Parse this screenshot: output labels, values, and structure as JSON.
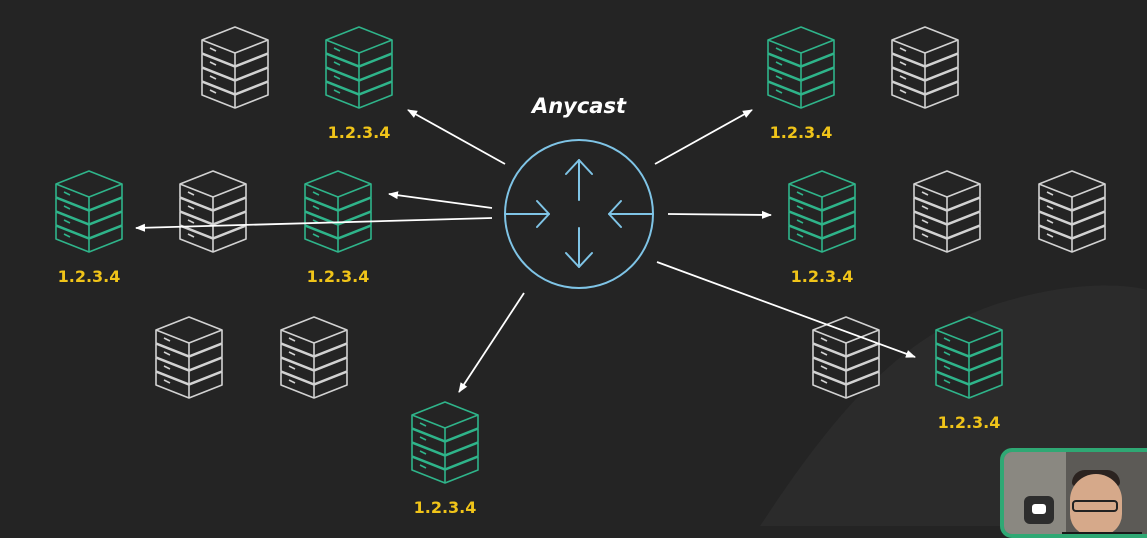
{
  "diagram": {
    "title": "Anycast",
    "ip_address": "1.2.3.4",
    "colors": {
      "background": "#242424",
      "active_server": "#2fb48a",
      "inactive_server": "#d2d2d2",
      "router": "#7fc4e6",
      "ip_label": "#f0c419",
      "arrow": "#ffffff",
      "title": "#ffffff"
    }
  },
  "servers": [
    {
      "id": "s1",
      "status": "inactive",
      "labeled": false
    },
    {
      "id": "s2",
      "status": "active",
      "labeled": true
    },
    {
      "id": "s3",
      "status": "active",
      "labeled": true
    },
    {
      "id": "s4",
      "status": "inactive",
      "labeled": false
    },
    {
      "id": "s5",
      "status": "active",
      "labeled": true
    },
    {
      "id": "s6",
      "status": "inactive",
      "labeled": false
    },
    {
      "id": "s7",
      "status": "active",
      "labeled": true
    },
    {
      "id": "s8",
      "status": "inactive",
      "labeled": false
    },
    {
      "id": "s9",
      "status": "inactive",
      "labeled": false
    },
    {
      "id": "s10",
      "status": "inactive",
      "labeled": false
    },
    {
      "id": "s11",
      "status": "active",
      "labeled": true
    },
    {
      "id": "s12",
      "status": "active",
      "labeled": true
    },
    {
      "id": "s13",
      "status": "inactive",
      "labeled": false
    },
    {
      "id": "s14",
      "status": "inactive",
      "labeled": false
    },
    {
      "id": "s15",
      "status": "active",
      "labeled": true
    }
  ],
  "router": {
    "icon": "router-icon"
  },
  "webcam": {
    "icon": "presenter-webcam"
  }
}
